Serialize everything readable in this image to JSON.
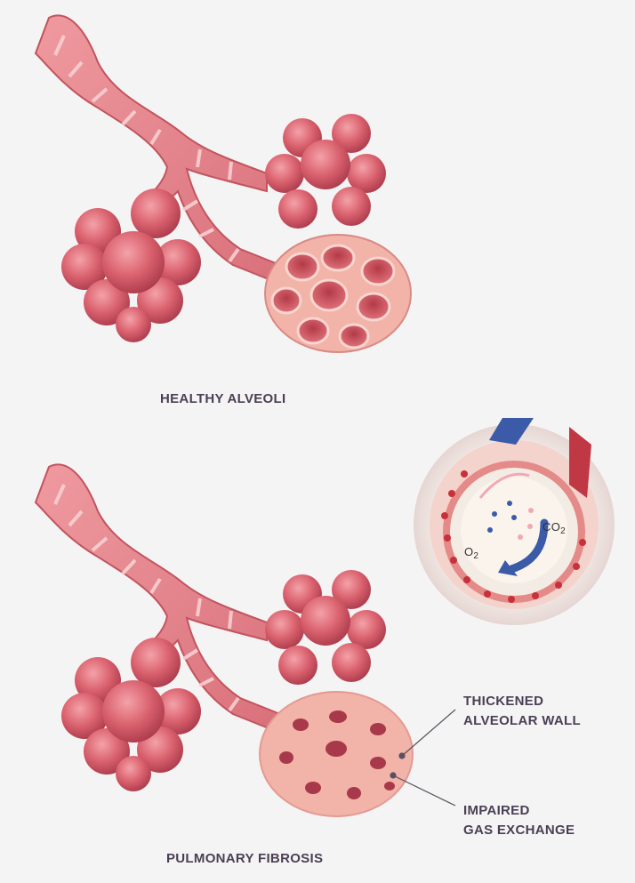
{
  "healthy": {
    "caption": "HEALTHY ALVEOLI"
  },
  "fibrosis": {
    "caption": "PULMONARY FIBROSIS",
    "callouts": [
      {
        "text": "THICKENED\nALVEOLAR WALL"
      },
      {
        "text": "IMPAIRED\nGAS EXCHANGE"
      }
    ]
  },
  "inset": {
    "o2_label": "O",
    "co2_label": "CO",
    "subscript": "2"
  },
  "colors": {
    "background": "#f5f4f4",
    "tissue": "#d9606d",
    "tissue_dark": "#b43c4b",
    "bronchus": "#e9939a",
    "fibrotic": "#f2b3a8",
    "text": "#4a3f55",
    "arrow_blue": "#3b5aa8"
  }
}
